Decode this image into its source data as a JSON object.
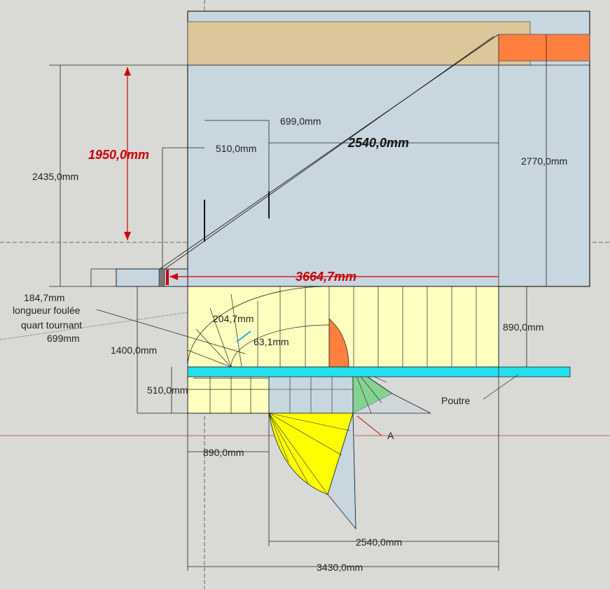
{
  "colors": {
    "background": "#d9d9d5",
    "wall": "#c8d6df",
    "floor_wood": "#dcc79a",
    "orange": "#ff7f3f",
    "yellow_light": "#ffffc0",
    "yellow": "#ffff00",
    "green": "#22cc22",
    "cyan": "#22e0ee",
    "red": "#cc0000"
  },
  "dimensions": {
    "d2435": "2435,0mm",
    "d1950": "1950,0mm",
    "d699": "699,0mm",
    "d510_top": "510,0mm",
    "d2540_top": "2540,0mm",
    "d2770": "2770,0mm",
    "d3664": "3664,7mm",
    "d184": "184,7mm",
    "d1400": "1400,0mm",
    "d204": "204,7mm",
    "d63": "63,1mm",
    "d890_right": "890,0mm",
    "d510_bottom": "510,0mm",
    "d890_bottom": "890,0mm",
    "d2540_bottom": "2540,0mm",
    "d3430": "3430,0mm"
  },
  "labels": {
    "longueur_line1": "longueur foulée",
    "longueur_line2": "quart tournant",
    "longueur_line3": "699mm",
    "poutre": "Poutre",
    "point_a": "A"
  }
}
